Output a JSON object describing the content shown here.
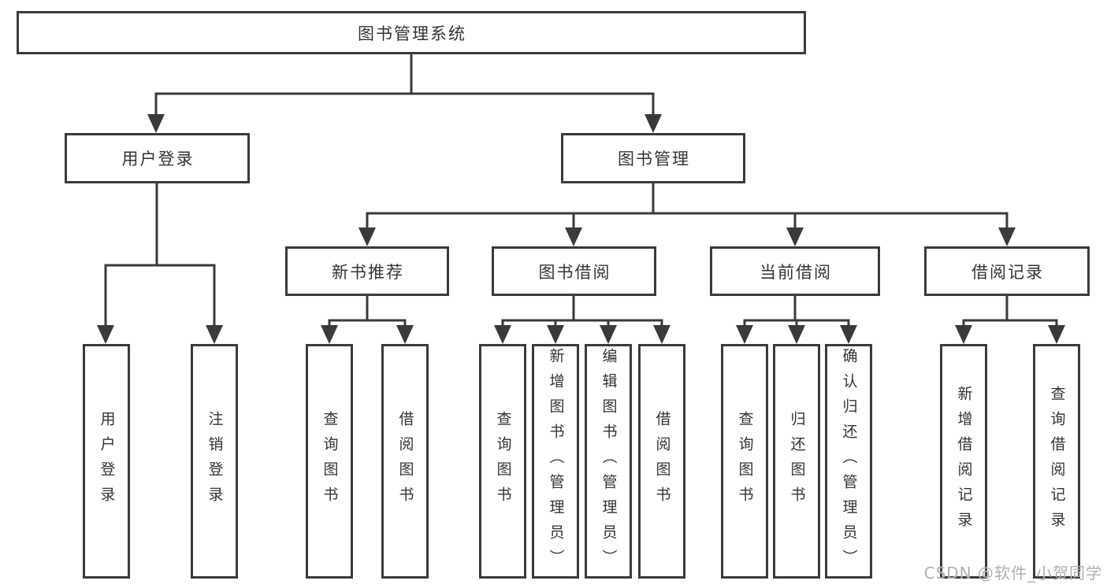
{
  "diagram": {
    "root": {
      "label": "图书管理系统",
      "children": [
        {
          "label": "用户登录",
          "children": [
            {
              "label": "用户登录"
            },
            {
              "label": "注销登录"
            }
          ]
        },
        {
          "label": "图书管理",
          "children": [
            {
              "label": "新书推荐",
              "children": [
                {
                  "label": "查询图书"
                },
                {
                  "label": "借阅图书"
                }
              ]
            },
            {
              "label": "图书借阅",
              "children": [
                {
                  "label": "查询图书"
                },
                {
                  "label": "新增图书（管理员）"
                },
                {
                  "label": "编辑图书（管理员）"
                },
                {
                  "label": "借阅图书"
                }
              ]
            },
            {
              "label": "当前借阅",
              "children": [
                {
                  "label": "查询图书"
                },
                {
                  "label": "归还图书"
                },
                {
                  "label": "确认归还（管理员）"
                }
              ]
            },
            {
              "label": "借阅记录",
              "children": [
                {
                  "label": "新增借阅记录"
                },
                {
                  "label": "查询借阅记录"
                }
              ]
            }
          ]
        }
      ]
    }
  },
  "watermark": "CSDN @软件_小贺同学",
  "colors": {
    "line": "#3a3a3a",
    "text": "#333333",
    "watermark": "#ababab",
    "background": "#ffffff"
  }
}
